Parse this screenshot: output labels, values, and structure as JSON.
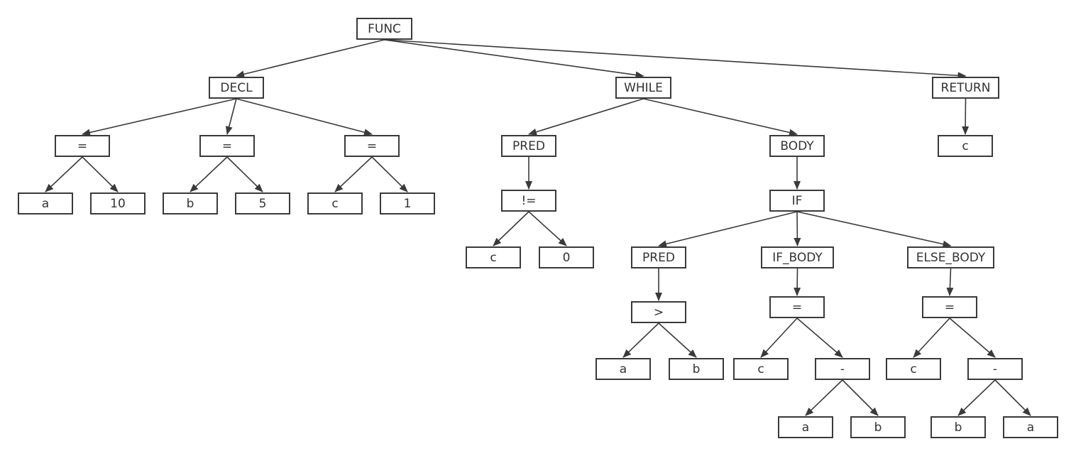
{
  "diagram": {
    "nodes": [
      {
        "id": "func",
        "label": "FUNC"
      },
      {
        "id": "decl",
        "label": "DECL"
      },
      {
        "id": "while",
        "label": "WHILE"
      },
      {
        "id": "return",
        "label": "RETURN"
      },
      {
        "id": "eq1",
        "label": "="
      },
      {
        "id": "eq2",
        "label": "="
      },
      {
        "id": "eq3",
        "label": "="
      },
      {
        "id": "a1",
        "label": "a"
      },
      {
        "id": "n10",
        "label": "10"
      },
      {
        "id": "b1",
        "label": "b"
      },
      {
        "id": "n5",
        "label": "5"
      },
      {
        "id": "c1",
        "label": "c"
      },
      {
        "id": "n1",
        "label": "1"
      },
      {
        "id": "pred1",
        "label": "PRED"
      },
      {
        "id": "body",
        "label": "BODY"
      },
      {
        "id": "ret_c",
        "label": "c"
      },
      {
        "id": "neq",
        "label": "!="
      },
      {
        "id": "c2",
        "label": "c"
      },
      {
        "id": "n0",
        "label": "0"
      },
      {
        "id": "if",
        "label": "IF"
      },
      {
        "id": "pred2",
        "label": "PRED"
      },
      {
        "id": "ifbody",
        "label": "IF_BODY"
      },
      {
        "id": "elsebody",
        "label": "ELSE_BODY"
      },
      {
        "id": "gt",
        "label": ">"
      },
      {
        "id": "a2",
        "label": "a"
      },
      {
        "id": "b2",
        "label": "b"
      },
      {
        "id": "eq4",
        "label": "="
      },
      {
        "id": "c3",
        "label": "c"
      },
      {
        "id": "minus1",
        "label": "-"
      },
      {
        "id": "a3",
        "label": "a"
      },
      {
        "id": "b3",
        "label": "b"
      },
      {
        "id": "eq5",
        "label": "="
      },
      {
        "id": "c4",
        "label": "c"
      },
      {
        "id": "minus2",
        "label": "-"
      },
      {
        "id": "b4",
        "label": "b"
      },
      {
        "id": "a4",
        "label": "a"
      }
    ],
    "edges": [
      [
        "func",
        "decl"
      ],
      [
        "func",
        "while"
      ],
      [
        "func",
        "return"
      ],
      [
        "decl",
        "eq1"
      ],
      [
        "decl",
        "eq2"
      ],
      [
        "decl",
        "eq3"
      ],
      [
        "eq1",
        "a1"
      ],
      [
        "eq1",
        "n10"
      ],
      [
        "eq2",
        "b1"
      ],
      [
        "eq2",
        "n5"
      ],
      [
        "eq3",
        "c1"
      ],
      [
        "eq3",
        "n1"
      ],
      [
        "while",
        "pred1"
      ],
      [
        "while",
        "body"
      ],
      [
        "return",
        "ret_c"
      ],
      [
        "pred1",
        "neq"
      ],
      [
        "neq",
        "c2"
      ],
      [
        "neq",
        "n0"
      ],
      [
        "body",
        "if"
      ],
      [
        "if",
        "pred2"
      ],
      [
        "if",
        "ifbody"
      ],
      [
        "if",
        "elsebody"
      ],
      [
        "pred2",
        "gt"
      ],
      [
        "gt",
        "a2"
      ],
      [
        "gt",
        "b2"
      ],
      [
        "ifbody",
        "eq4"
      ],
      [
        "eq4",
        "c3"
      ],
      [
        "eq4",
        "minus1"
      ],
      [
        "minus1",
        "a3"
      ],
      [
        "minus1",
        "b3"
      ],
      [
        "elsebody",
        "eq5"
      ],
      [
        "eq5",
        "c4"
      ],
      [
        "eq5",
        "minus2"
      ],
      [
        "minus2",
        "b4"
      ],
      [
        "minus2",
        "a4"
      ]
    ],
    "colors": {
      "stroke": "#3a3a3a",
      "text": "#333333",
      "background": "#ffffff"
    }
  }
}
